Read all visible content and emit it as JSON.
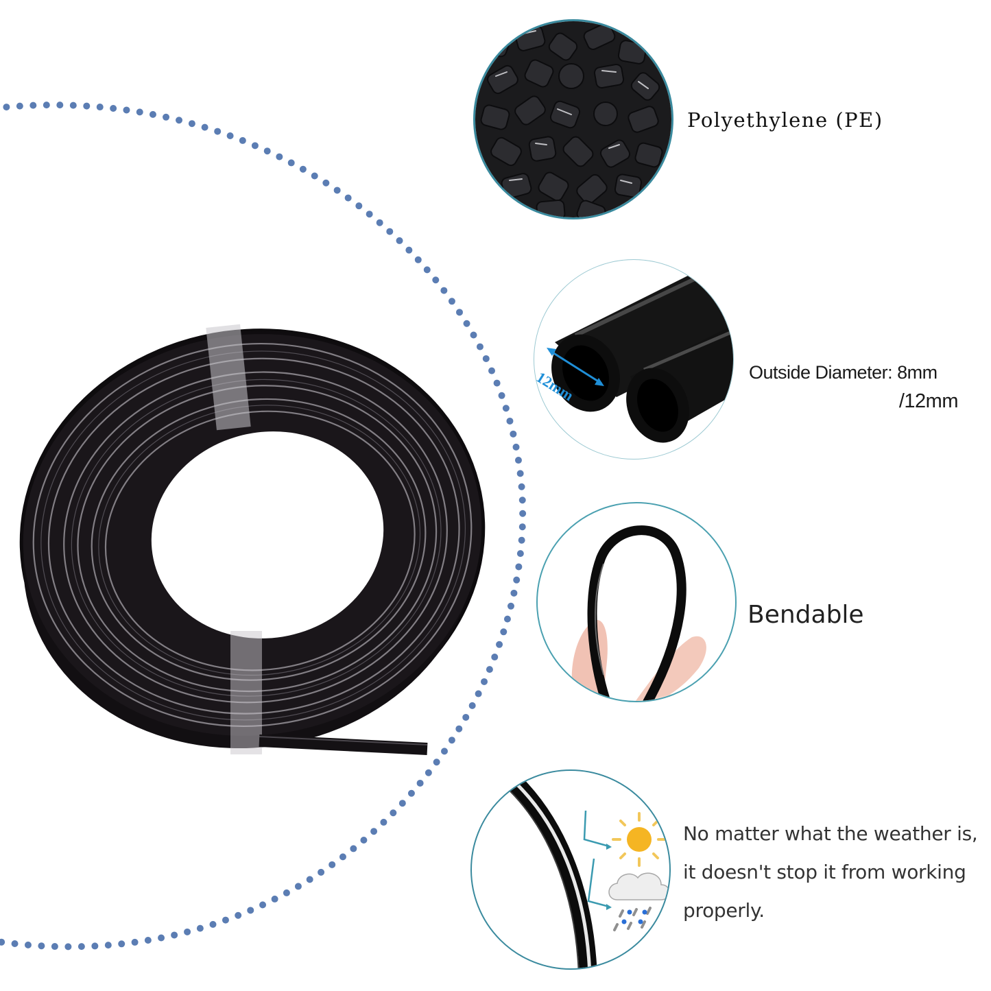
{
  "page": {
    "background": "#ffffff",
    "accent_dot_color": "#5b7db3",
    "circle_border_color": "#3a8a9e"
  },
  "product_image": {
    "subject": "black PE tubing coil",
    "description": "Coiled black polyethylene hose bound with clear tape"
  },
  "features": [
    {
      "id": "material",
      "image": "black plastic pellets",
      "label": "Polyethylene (PE)"
    },
    {
      "id": "diameter",
      "image": "two black tubes cross-section",
      "annotation": "12mm",
      "label_line1": "Outside Diameter: 8mm",
      "label_line2": "/12mm"
    },
    {
      "id": "bendable",
      "image": "hand holding bent black tube loop",
      "label": "Bendable"
    },
    {
      "id": "weather",
      "image": "curved tube with sun and rain cloud icons",
      "label": "No matter what the weather is, it doesn't stop it from working properly."
    }
  ]
}
